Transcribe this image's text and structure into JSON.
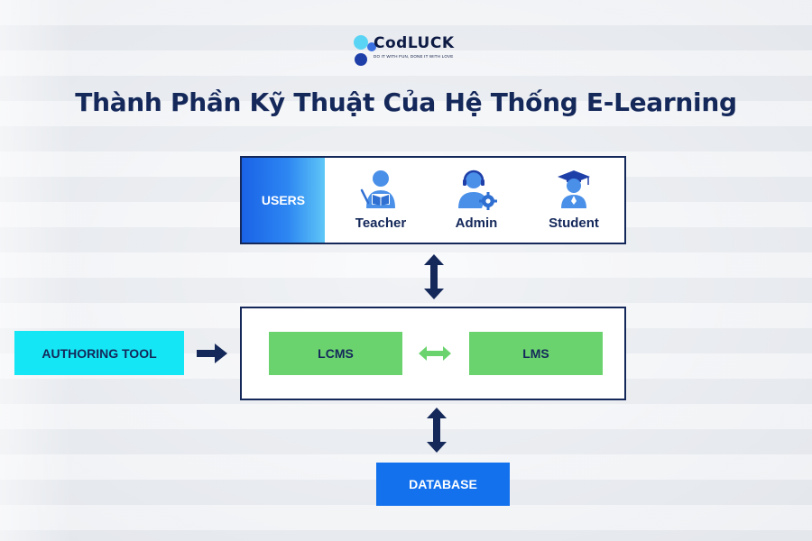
{
  "logo": {
    "name": "CodLUCK",
    "tagline": "DO IT WITH FUN, DONE IT WITH LOVE"
  },
  "title": "Thành Phần Kỹ Thuật Của Hệ Thống E-Learning",
  "users": {
    "label": "USERS",
    "items": [
      {
        "label": "Teacher",
        "icon": "teacher-icon"
      },
      {
        "label": "Admin",
        "icon": "admin-support-icon"
      },
      {
        "label": "Student",
        "icon": "graduate-student-icon"
      }
    ]
  },
  "core": {
    "lcms": "LCMS",
    "lms": "LMS"
  },
  "authoring_tool": "AUTHORING TOOL",
  "database": "DATABASE",
  "colors": {
    "navy": "#14285a",
    "blue": "#1371ee",
    "green": "#6bd36e",
    "cyan": "#14e6f5",
    "icon_blue": "#4a90e8"
  }
}
